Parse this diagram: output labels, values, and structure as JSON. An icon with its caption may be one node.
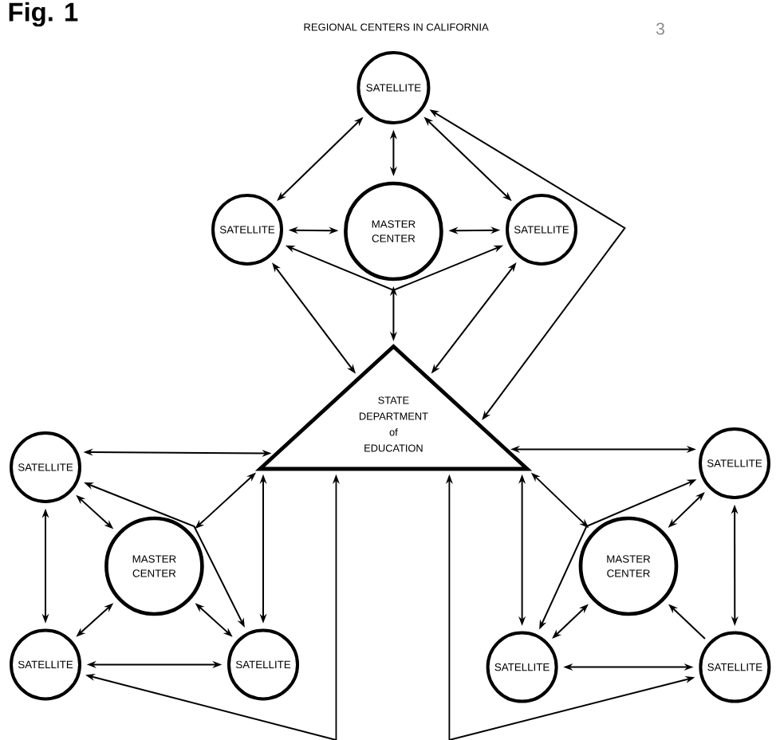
{
  "diagram": {
    "title": "REGIONAL CENTERS IN CALIFORNIA",
    "nodes": [
      {
        "text": [
          "SATELLITE"
        ]
      },
      {
        "text": [
          "SATELLITE"
        ]
      },
      {
        "text": [
          "MASTER CENTER"
        ]
      },
      {
        "text": [
          "SATELLITE"
        ]
      },
      {
        "text": [
          "STATE DEPARTMENT of EDUCATION"
        ]
      },
      {
        "text": [
          "SATELLITE"
        ]
      },
      {
        "text": [
          "SATELLITE"
        ]
      },
      {
        "text": [
          "MASTER CENTER"
        ]
      },
      {
        "text": [
          "MASTER CENTER"
        ]
      },
      {
        "text": [
          "SATELLITE"
        ]
      },
      {
        "text": [
          "SATELLITE"
        ]
      },
      {
        "text": [
          "SATELLITE"
        ]
      },
      {
        "text": [
          "SATELLITE"
        ]
      }
    ],
    "edges": [
      {
        "from": 0,
        "to": 1,
        "arrow": "both"
      },
      {
        "from": 0,
        "to": 2,
        "arrow": "both"
      },
      {
        "from": 0,
        "to": 3,
        "arrow": "both"
      },
      {
        "from": 1,
        "to": 2,
        "arrow": "both"
      },
      {
        "from": 2,
        "to": 3,
        "arrow": "both"
      },
      {
        "from": 1,
        "to": 3,
        "arrow": "both"
      },
      {
        "from": 1,
        "to": 4,
        "arrow": "both"
      },
      {
        "from": 3,
        "to": 4,
        "arrow": "both"
      },
      {
        "from": 2,
        "to": 4,
        "arrow": "both"
      },
      {
        "from": 0,
        "to": 4,
        "arrow": "both"
      },
      {
        "from": 5,
        "to": 4,
        "arrow": "both"
      },
      {
        "from": 5,
        "to": 7,
        "arrow": "both"
      },
      {
        "from": 5,
        "to": 9,
        "arrow": "both"
      },
      {
        "from": 5,
        "to": 10,
        "arrow": "both"
      },
      {
        "from": 4,
        "to": 7,
        "arrow": "both"
      },
      {
        "from": 4,
        "to": 10,
        "arrow": "both"
      },
      {
        "from": 7,
        "to": 9,
        "arrow": "both"
      },
      {
        "from": 7,
        "to": 10,
        "arrow": "both"
      },
      {
        "from": 9,
        "to": 10,
        "arrow": "both"
      },
      {
        "from": 4,
        "to": 6,
        "arrow": "both"
      },
      {
        "from": 4,
        "to": 8,
        "arrow": "both"
      },
      {
        "from": 4,
        "to": 11,
        "arrow": "both"
      },
      {
        "from": 6,
        "to": 8,
        "arrow": "both"
      },
      {
        "from": 6,
        "to": 12,
        "arrow": "both"
      },
      {
        "from": 6,
        "to": 11,
        "arrow": "both"
      },
      {
        "from": 8,
        "to": 11,
        "arrow": "both"
      },
      {
        "from": 12,
        "to": 8,
        "arrow": "to"
      },
      {
        "from": 11,
        "to": 12,
        "arrow": "both"
      },
      {
        "from": null,
        "to": 4,
        "arrow": "to"
      },
      {
        "from": null,
        "to": 9,
        "arrow": "to"
      },
      {
        "from": null,
        "to": 4,
        "arrow": "to"
      },
      {
        "from": null,
        "to": 12,
        "arrow": "to"
      }
    ],
    "labels": [
      "Fig. 1",
      "3"
    ]
  }
}
